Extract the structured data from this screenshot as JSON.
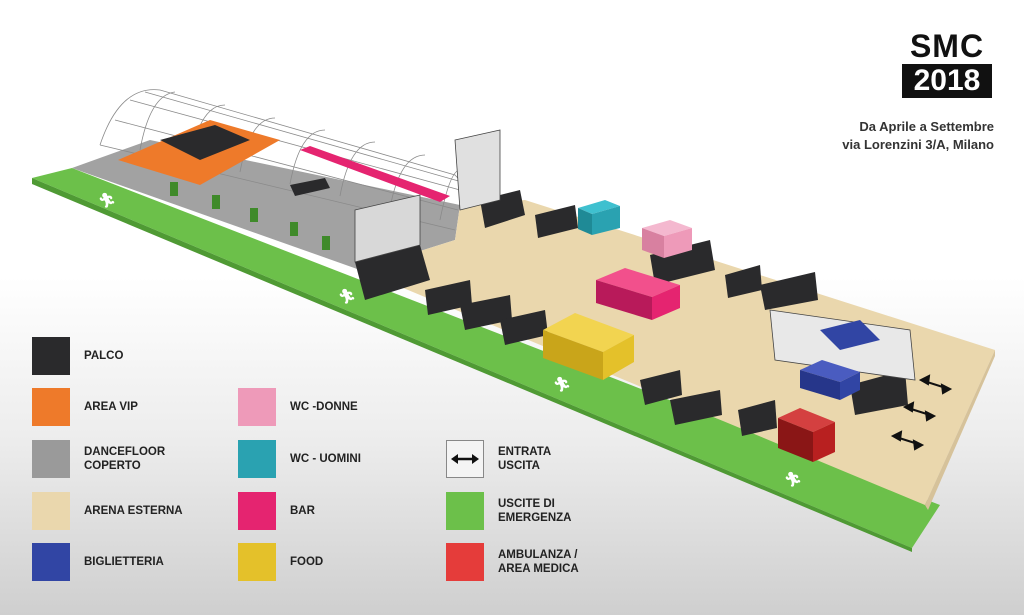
{
  "logo": {
    "line1": "SMC",
    "line2": "2018"
  },
  "info": {
    "dates": "Da Aprile a Settembre",
    "address": "via Lorenzini 3/A, Milano"
  },
  "colors": {
    "palco": "#2a2a2c",
    "area_vip": "#ee7a2a",
    "dancefloor": "#9a9a9a",
    "arena": "#ead7ad",
    "biglietteria": "#3145a4",
    "wc_donne": "#ee9ab9",
    "wc_uomini": "#2aa2b1",
    "bar": "#e52470",
    "food": "#e4c12a",
    "emergenza": "#6cc04a",
    "ambulanza": "#e53c3a"
  },
  "legend": [
    {
      "key": "palco",
      "label": "PALCO",
      "icon": "swatch"
    },
    {
      "key": "area_vip",
      "label": "AREA VIP",
      "icon": "swatch"
    },
    {
      "key": "dancefloor",
      "label": "DANCEFLOOR\nCOPERTO",
      "icon": "swatch"
    },
    {
      "key": "arena",
      "label": "ARENA ESTERNA",
      "icon": "swatch"
    },
    {
      "key": "biglietteria",
      "label": "BIGLIETTERIA",
      "icon": "swatch"
    },
    {
      "key": "wc_donne",
      "label": "WC -DONNE",
      "icon": "swatch"
    },
    {
      "key": "wc_uomini",
      "label": "WC - UOMINI",
      "icon": "swatch"
    },
    {
      "key": "bar",
      "label": "BAR",
      "icon": "swatch"
    },
    {
      "key": "food",
      "label": "FOOD",
      "icon": "swatch"
    },
    {
      "key": "entrata",
      "label": "ENTRATA\nUSCITA",
      "icon": "double-arrow-icon"
    },
    {
      "key": "emergenza",
      "label": "USCITE DI\nEMERGENZA",
      "icon": "swatch"
    },
    {
      "key": "ambulanza",
      "label": "AMBULANZA /\nAREA MEDICA",
      "icon": "swatch"
    }
  ],
  "map_icons": {
    "exit": "running-person-icon",
    "entrance": "double-arrow-icon"
  }
}
